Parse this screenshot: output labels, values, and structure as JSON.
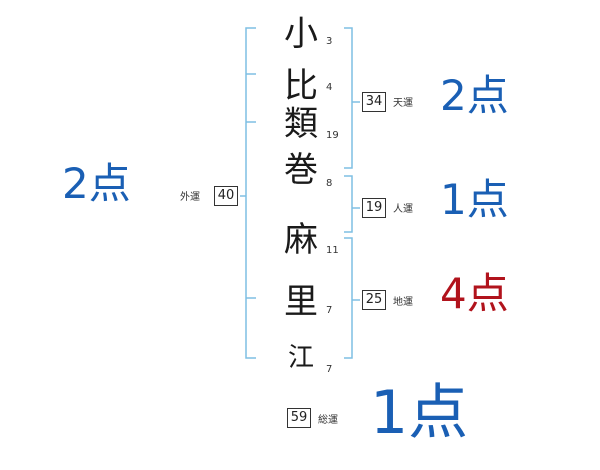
{
  "colors": {
    "bracket": "#7fbfe3",
    "blue": "#1a5fb4",
    "red": "#b1131c"
  },
  "name": {
    "chars": [
      {
        "char": "小",
        "strokes": "3"
      },
      {
        "char": "比",
        "strokes": "4"
      },
      {
        "char": "類",
        "strokes": "19"
      },
      {
        "char": "巻",
        "strokes": "8"
      },
      {
        "char": "麻",
        "strokes": "11"
      },
      {
        "char": "里",
        "strokes": "7"
      },
      {
        "char": "江",
        "strokes": "7"
      }
    ]
  },
  "fortunes": {
    "tenkaku": {
      "label": "天運",
      "value": "34",
      "score": "2点"
    },
    "jinkaku": {
      "label": "人運",
      "value": "19",
      "score": "1点"
    },
    "chikaku": {
      "label": "地運",
      "value": "25",
      "score": "4点"
    },
    "gaikaku": {
      "label": "外運",
      "value": "40",
      "score": "2点"
    },
    "soukaku": {
      "label": "総運",
      "value": "59",
      "score": "1点"
    }
  }
}
